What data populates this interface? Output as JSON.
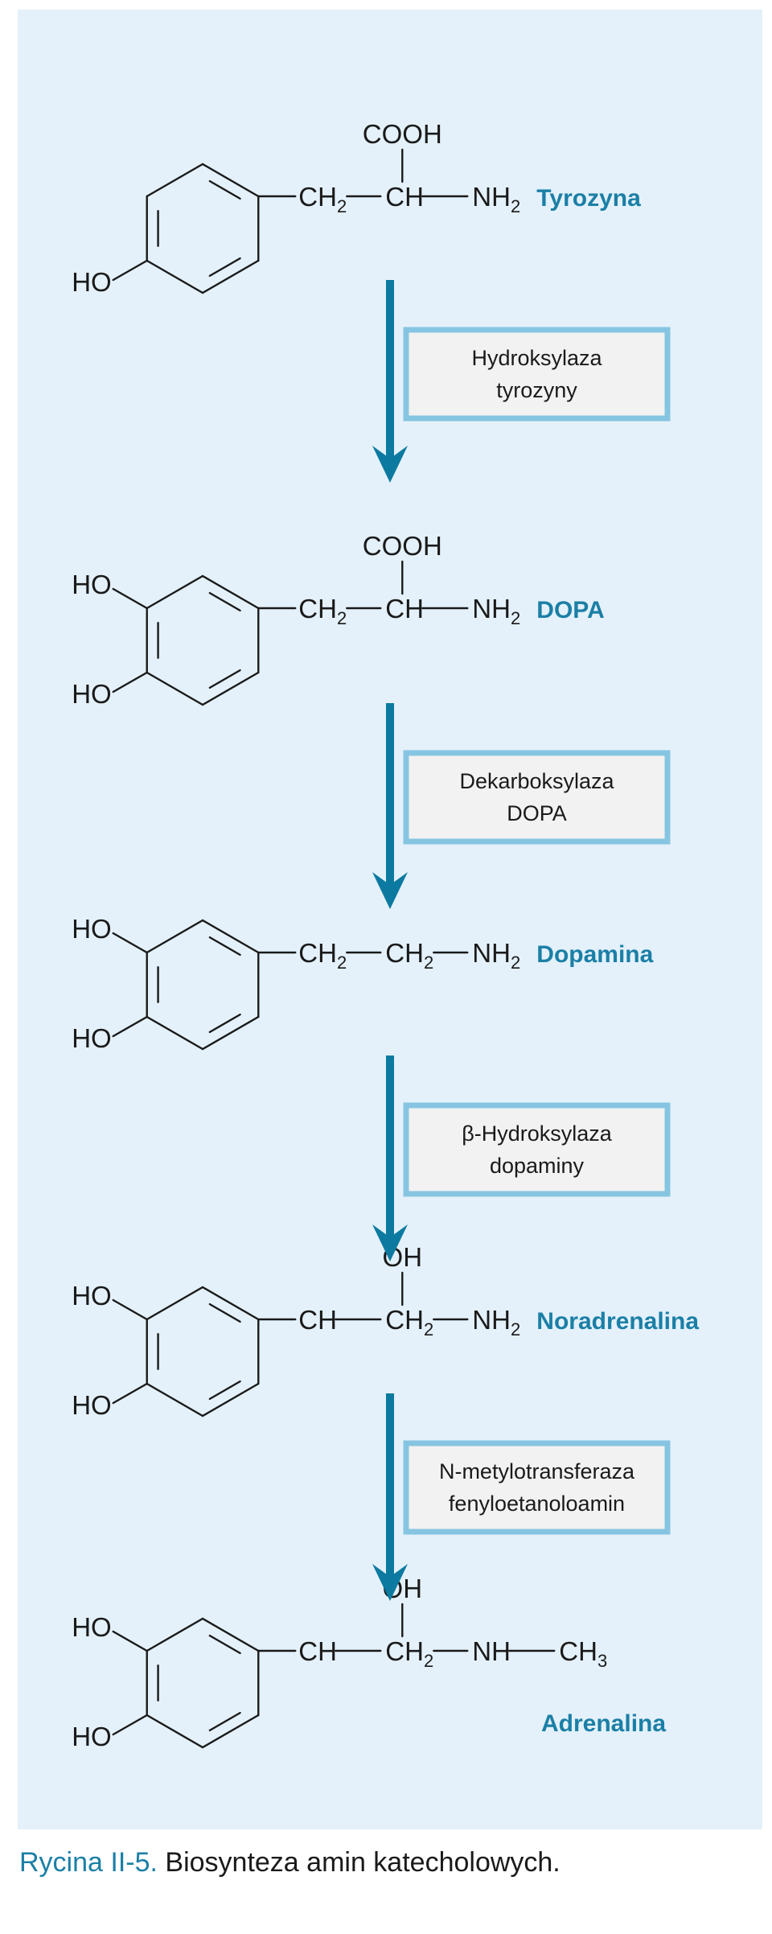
{
  "molecules": [
    {
      "name": "Tyrozyna",
      "top_group": "COOH",
      "hydroxyls": [
        "HO"
      ],
      "chain": [
        {
          "t": "CH",
          "s": "2"
        },
        {
          "t": "CH",
          "s": ""
        },
        {
          "t": "NH",
          "s": "2"
        }
      ]
    },
    {
      "name": "DOPA",
      "top_group": "COOH",
      "hydroxyls": [
        "HO",
        "HO"
      ],
      "chain": [
        {
          "t": "CH",
          "s": "2"
        },
        {
          "t": "CH",
          "s": ""
        },
        {
          "t": "NH",
          "s": "2"
        }
      ]
    },
    {
      "name": "Dopamina",
      "top_group": "",
      "hydroxyls": [
        "HO",
        "HO"
      ],
      "chain": [
        {
          "t": "CH",
          "s": "2"
        },
        {
          "t": "CH",
          "s": "2"
        },
        {
          "t": "NH",
          "s": "2"
        }
      ]
    },
    {
      "name": "Noradrenalina",
      "top_group": "OH",
      "hydroxyls": [
        "HO",
        "HO"
      ],
      "chain": [
        {
          "t": "CH",
          "s": ""
        },
        {
          "t": "CH",
          "s": "2"
        },
        {
          "t": "NH",
          "s": "2"
        }
      ]
    },
    {
      "name": "Adrenalina",
      "top_group": "OH",
      "hydroxyls": [
        "HO",
        "HO"
      ],
      "chain": [
        {
          "t": "CH",
          "s": ""
        },
        {
          "t": "CH",
          "s": "2"
        },
        {
          "t": "NH",
          "s": ""
        },
        {
          "t": "CH",
          "s": "3"
        }
      ]
    }
  ],
  "enzymes": [
    [
      "Hydroksylaza",
      "tyrozyny"
    ],
    [
      "Dekarboksylaza",
      "DOPA"
    ],
    [
      "β-Hydroksylaza",
      "dopaminy"
    ],
    [
      "N-metylotransferaza",
      "fenyloetanoloamin"
    ]
  ],
  "caption": {
    "label": "Rycina II-5.",
    "text": " Biosynteza amin katecholowych."
  },
  "colors": {
    "panel": "#e4f1fa",
    "accent": "#1b7fa6",
    "arrow": "#0c7aa0",
    "enzyme_box_border": "#86c5e1",
    "enzyme_box_fill": "#f2f2f2"
  }
}
